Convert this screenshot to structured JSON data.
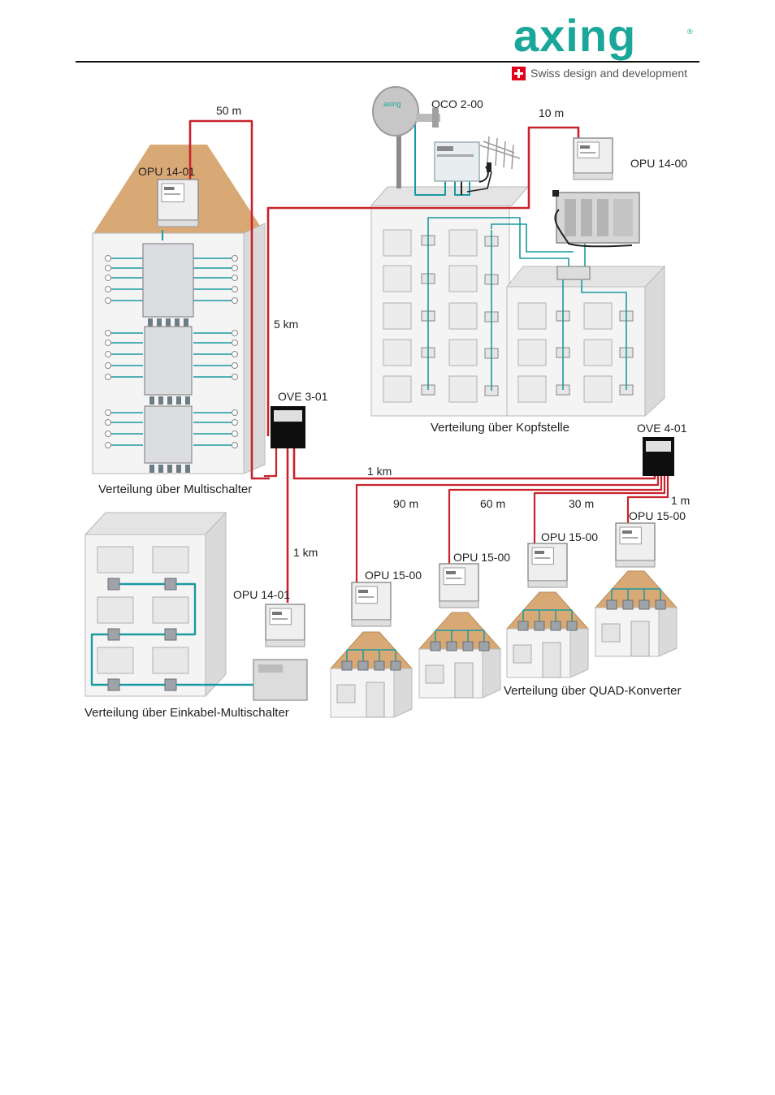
{
  "header": {
    "brand": "axing",
    "registered_mark": "®",
    "tagline": "Swiss design and development",
    "brand_color": "#1aa79a"
  },
  "colors": {
    "fiber": "#c8232c",
    "coax": "#1a9aa0",
    "roof": "#d9a975",
    "wall": "#f4f4f4",
    "wall_stroke": "#b8b8b8"
  },
  "devices": {
    "opu_top_left": "OPU 14-01",
    "oco": "OCO 2-00",
    "opu_top_right": "OPU 14-00",
    "ove_3": "OVE 3-01",
    "ove_4": "OVE 4-01",
    "opu_bottom_left": "OPU 14-01",
    "opu_house_1": "OPU 15-00",
    "opu_house_2": "OPU 15-00",
    "opu_house_3": "OPU 15-00",
    "opu_house_4": "OPU 15-00"
  },
  "distances": {
    "d_50m": "50 m",
    "d_10m": "10 m",
    "d_5km": "5 km",
    "d_1km_right": "1 km",
    "d_1km_down": "1 km",
    "d_90m": "90 m",
    "d_60m": "60 m",
    "d_30m": "30 m",
    "d_1m": "1 m"
  },
  "captions": {
    "multischalter": "Verteilung über Multischalter",
    "kopfstelle": "Verteilung über Kopfstelle",
    "einkabel": "Verteilung über Einkabel-Multischalter",
    "quad": "Verteilung über QUAD-Konverter"
  }
}
